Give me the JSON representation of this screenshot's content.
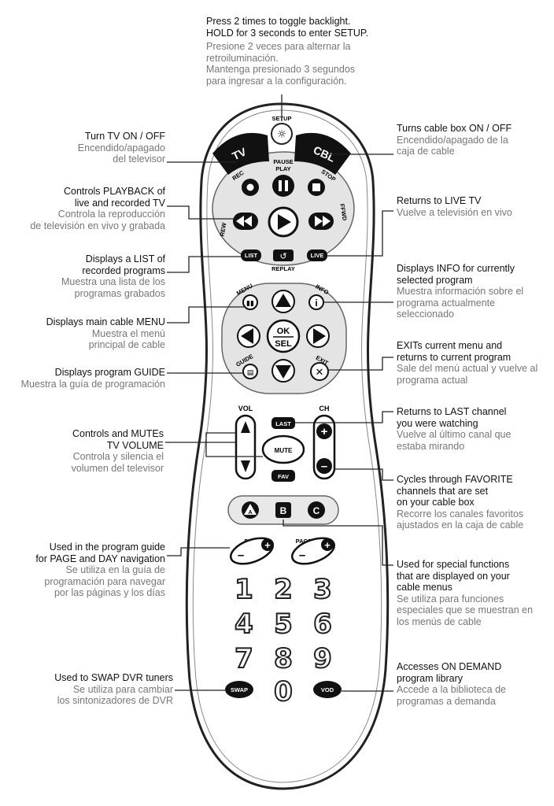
{
  "annotations": {
    "setup": {
      "en": [
        "Press 2 times to toggle backlight.",
        "HOLD for 3 seconds to enter SETUP."
      ],
      "es": [
        "Presione 2 veces para alternar la",
        "retroiluminación.",
        "Mantenga presionado 3 segundos",
        "para ingresar a la configuración."
      ]
    },
    "tv_power": {
      "en": [
        "Turn TV ON / OFF"
      ],
      "es": [
        "Encendido/apagado",
        "del televisor"
      ]
    },
    "cbl_power": {
      "en": [
        "Turns cable box ON / OFF"
      ],
      "es": [
        "Encendido/apagado de la",
        "caja de cable"
      ]
    },
    "playback": {
      "en": [
        "Controls PLAYBACK of",
        "live and recorded TV"
      ],
      "es": [
        "Controla la reproducción",
        "de televisión en vivo y grabada"
      ]
    },
    "live": {
      "en": [
        "Returns to LIVE TV"
      ],
      "es": [
        "Vuelve a televisión en vivo"
      ]
    },
    "list": {
      "en": [
        "Displays a LIST of",
        "recorded programs"
      ],
      "es": [
        "Muestra una lista de los",
        "programas grabados"
      ]
    },
    "info": {
      "en": [
        "Displays INFO for currently",
        "selected program"
      ],
      "es": [
        "Muestra información sobre el",
        "programa actualmente",
        "seleccionado"
      ]
    },
    "menu": {
      "en": [
        "Displays main cable MENU"
      ],
      "es": [
        "Muestra el menú",
        "principal de cable"
      ]
    },
    "exit": {
      "en": [
        "EXITs current menu and",
        "returns to current program"
      ],
      "es": [
        "Sale del menú actual y vuelve al",
        "programa actual"
      ]
    },
    "guide": {
      "en": [
        "Displays program GUIDE"
      ],
      "es": [
        "Muestra la guía de programación"
      ]
    },
    "last": {
      "en": [
        "Returns to LAST channel",
        "you were watching"
      ],
      "es": [
        "Vuelve al último canal que",
        "estaba mirando"
      ]
    },
    "volume": {
      "en": [
        "Controls and MUTEs",
        "TV VOLUME"
      ],
      "es": [
        "Controla y silencia el",
        "volumen del televisor"
      ]
    },
    "fav": {
      "en": [
        "Cycles through FAVORITE",
        "channels that are set",
        "on your cable box"
      ],
      "es": [
        "Recorre los canales favoritos",
        "ajustados en la caja de cable"
      ]
    },
    "page_day": {
      "en": [
        "Used in the program guide",
        "for PAGE and DAY navigation"
      ],
      "es": [
        "Se utiliza en la guía de",
        "programación para navegar",
        "por las páginas y los días"
      ]
    },
    "special": {
      "en": [
        "Used for special functions",
        "that are displayed on your",
        "cable menus"
      ],
      "es": [
        "Se utiliza para funciones",
        "especiales que se muestran en",
        "los menús de cable"
      ]
    },
    "swap": {
      "en": [
        "Used to SWAP DVR tuners"
      ],
      "es": [
        "Se utiliza para cambiar",
        "los sintonizadores de DVR"
      ]
    },
    "vod": {
      "en": [
        "Accesses ON DEMAND",
        "program library"
      ],
      "es": [
        "Accede a la biblioteca de",
        "programas a demanda"
      ]
    }
  },
  "remote": {
    "setup": "SETUP",
    "tv": "TV",
    "cbl": "CBL",
    "pause": "PAUSE",
    "play": "PLAY",
    "rec": "REC",
    "stop": "STOP",
    "rew": "REW",
    "ffwd": "FFWD",
    "list": "LIST",
    "replay": "REPLAY",
    "live": "LIVE",
    "menu": "MENU",
    "info": "INFO",
    "guide": "GUIDE",
    "exit": "EXIT",
    "ok": "OK",
    "sel": "SEL",
    "vol": "VOL",
    "ch": "CH",
    "last": "LAST",
    "mute": "MUTE",
    "fav": "FAV",
    "a": "A",
    "b": "B",
    "c": "C",
    "day": "DAY",
    "page": "PAGE",
    "digits": [
      "1",
      "2",
      "3",
      "4",
      "5",
      "6",
      "7",
      "8",
      "9",
      "0"
    ],
    "swap": "SWAP",
    "vod": "VOD"
  }
}
